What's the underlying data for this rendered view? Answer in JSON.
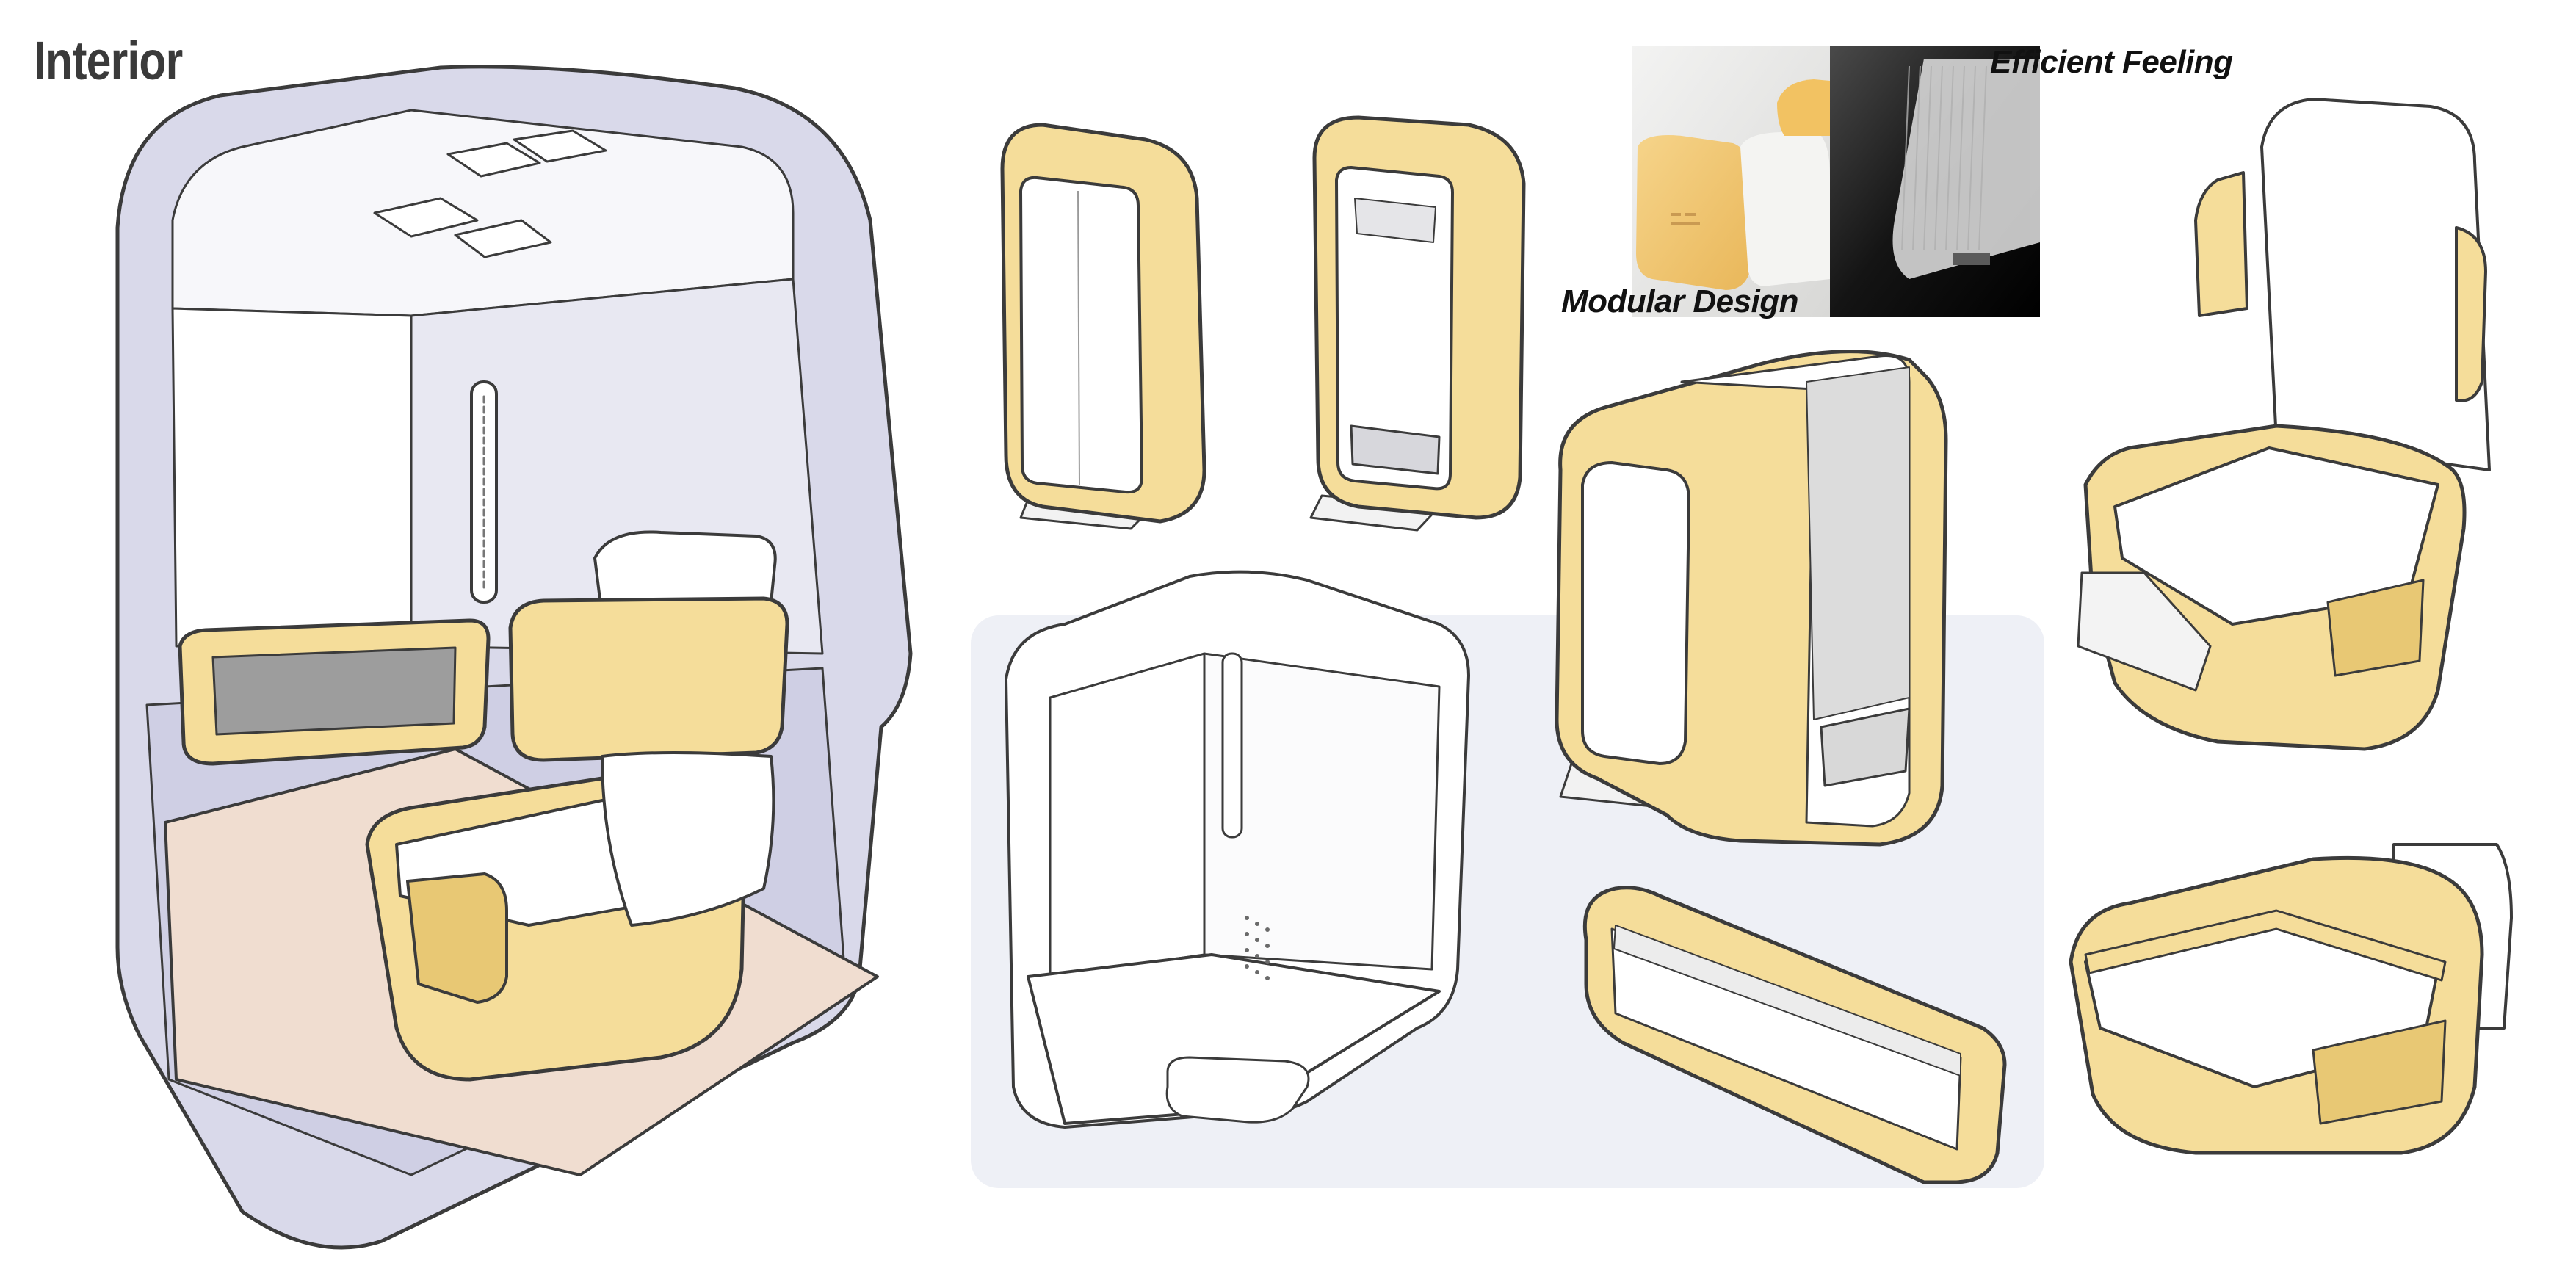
{
  "page": {
    "title": "Interior"
  },
  "reference_labels": {
    "efficient": "Efficient Feeling",
    "modular": "Modular Design"
  },
  "palette": {
    "accent_yellow": "#f5dd9a",
    "accent_yellow_dark": "#e8c874",
    "cabin_lavender": "#d9d9ea",
    "floor_peach": "#f0ddd0",
    "panel_bg": "#eef0f6",
    "ink": "#3b3b3b"
  },
  "sketches": [
    {
      "name": "main-cabin-sketch"
    },
    {
      "name": "tall-pod-front-sketch"
    },
    {
      "name": "tall-pod-side-sketch"
    },
    {
      "name": "open-cabin-shell-sketch"
    },
    {
      "name": "pod-with-seat-sketch"
    },
    {
      "name": "seat-bench-sketch"
    },
    {
      "name": "reclining-chair-sketch"
    },
    {
      "name": "compact-seat-module-sketch"
    }
  ],
  "reference_photos": [
    {
      "name": "modular-design-photo"
    },
    {
      "name": "efficient-feeling-photo"
    }
  ]
}
